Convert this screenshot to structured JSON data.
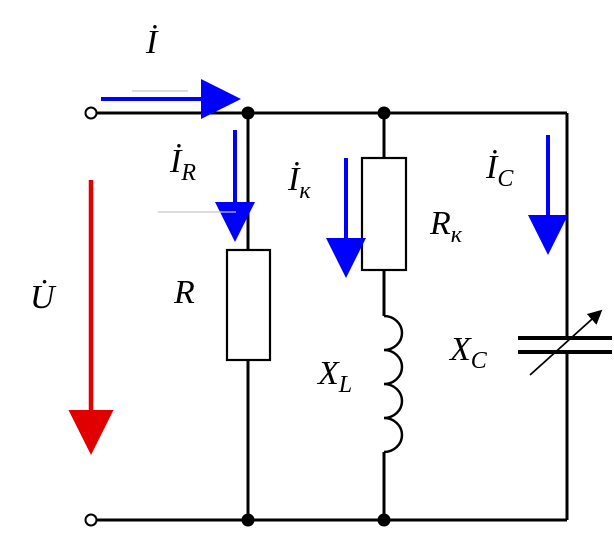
{
  "labels": {
    "I": "İ",
    "I_R_main": "İ",
    "I_R_sub": "R",
    "I_k_main": "İ",
    "I_k_sub": "к",
    "I_C_main": "İ",
    "I_C_sub": "C",
    "U": "U̇",
    "R": "R",
    "R_k_main": "R",
    "R_k_sub": "к",
    "X_L_main": "X",
    "X_L_sub": "L",
    "X_C_main": "X",
    "X_C_sub": "C"
  },
  "colors": {
    "wire": "#000000",
    "current_arrow": "#0000ff",
    "voltage_arrow": "#e00000"
  }
}
